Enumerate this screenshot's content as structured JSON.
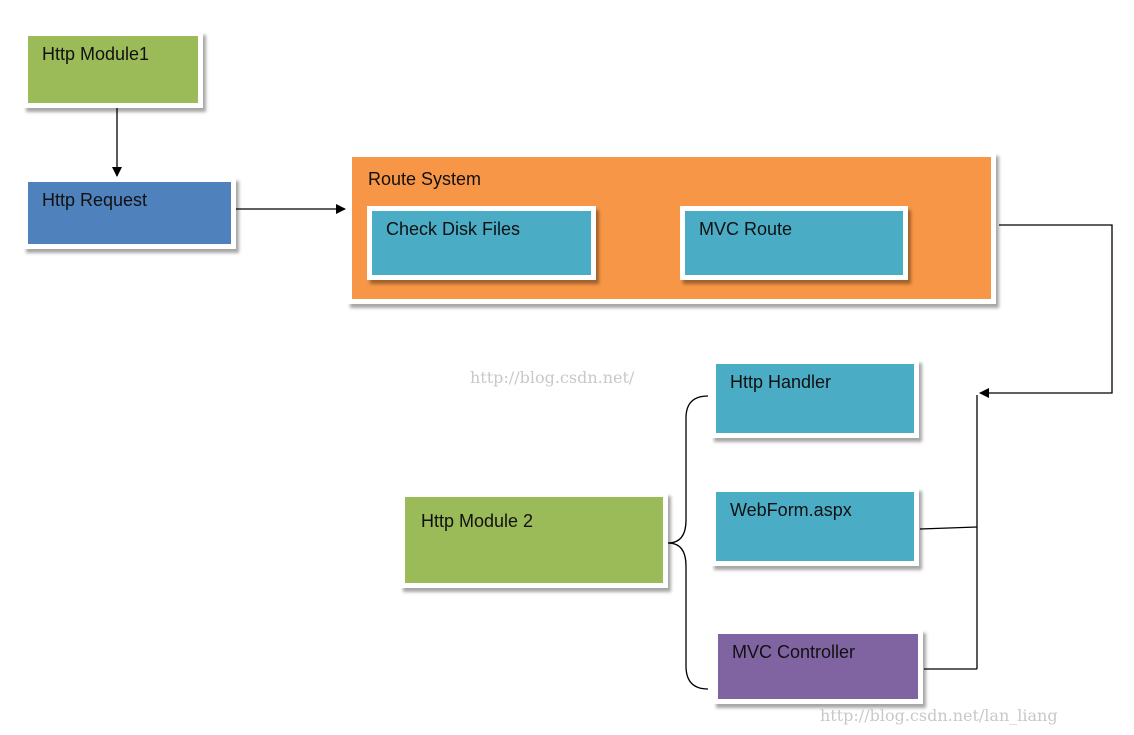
{
  "nodes": {
    "http_module1": "Http Module1",
    "http_request": "Http Request",
    "route_system": "Route System",
    "check_disk_files": "Check Disk Files",
    "mvc_route": "MVC Route",
    "http_handler": "Http Handler",
    "webform": "WebForm.aspx",
    "mvc_controller": "MVC Controller",
    "http_module2": "Http Module 2"
  },
  "watermarks": {
    "center": "http://blog.csdn.net/",
    "bottom_right": "http://blog.csdn.net/lan_liang"
  },
  "colors": {
    "green": "#9bbb59",
    "blue": "#4f81bd",
    "orange": "#f79646",
    "teal": "#4bacc6",
    "purple": "#8064a2"
  }
}
